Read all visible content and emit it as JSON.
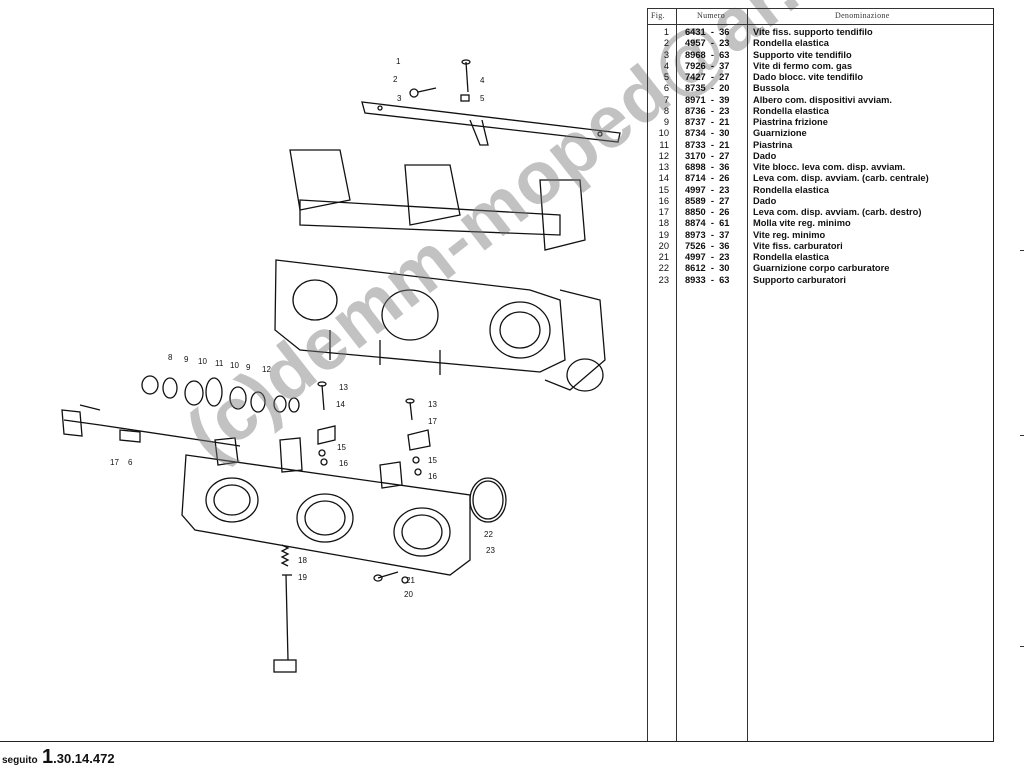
{
  "table": {
    "headers": {
      "fig": "Fig.",
      "numero": "Numero",
      "denominazione": "Denominazione"
    },
    "rows": [
      {
        "fig": "1",
        "num": "6431  -  36",
        "den": "Vite fiss. supporto tendifilo"
      },
      {
        "fig": "2",
        "num": "4957  -  23",
        "den": "Rondella elastica"
      },
      {
        "fig": "3",
        "num": "8968  -  63",
        "den": "Supporto vite tendifilo"
      },
      {
        "fig": "4",
        "num": "7926  -  37",
        "den": "Vite di fermo com. gas"
      },
      {
        "fig": "5",
        "num": "7427  -  27",
        "den": "Dado blocc. vite tendifilo"
      },
      {
        "fig": "6",
        "num": "8735  -  20",
        "den": "Bussola"
      },
      {
        "fig": "7",
        "num": "8971  -  39",
        "den": "Albero com. dispositivi avviam."
      },
      {
        "fig": "8",
        "num": "8736  -  23",
        "den": "Rondella elastica"
      },
      {
        "fig": "9",
        "num": "8737  -  21",
        "den": "Piastrina frizione"
      },
      {
        "fig": "10",
        "num": "8734  -  30",
        "den": "Guarnizione"
      },
      {
        "fig": "11",
        "num": "8733  -  21",
        "den": "Piastrina"
      },
      {
        "fig": "12",
        "num": "3170  -  27",
        "den": "Dado"
      },
      {
        "fig": "13",
        "num": "6898  -  36",
        "den": "Vite blocc. leva com. disp. avviam."
      },
      {
        "fig": "14",
        "num": "8714  -  26",
        "den": "Leva com. disp. avviam. (carb. centrale)"
      },
      {
        "fig": "15",
        "num": "4997  -  23",
        "den": "Rondella elastica"
      },
      {
        "fig": "16",
        "num": "8589  -  27",
        "den": "Dado"
      },
      {
        "fig": "17",
        "num": "8850  -  26",
        "den": "Leva com. disp. avviam. (carb. destro)"
      },
      {
        "fig": "18",
        "num": "8874  -  61",
        "den": "Molla vite reg. minimo"
      },
      {
        "fig": "19",
        "num": "8973  -  37",
        "den": "Vite reg. minimo"
      },
      {
        "fig": "20",
        "num": "7526  -  36",
        "den": "Vite fiss. carburatori"
      },
      {
        "fig": "21",
        "num": "4997  -  23",
        "den": "Rondella elastica"
      },
      {
        "fig": "22",
        "num": "8612  -  30",
        "den": "Guarnizione corpo carburatore"
      },
      {
        "fig": "23",
        "num": "8933  -  63",
        "den": "Supporto carburatori"
      }
    ]
  },
  "footer": {
    "seguito": "seguito",
    "code_prefix": "1",
    "code_rest": ".30.14.472"
  },
  "watermark": "(c)demm-moped@ar..de",
  "callouts": {
    "c1": "1",
    "c2": "2",
    "c3": "3",
    "c4": "4",
    "c5": "5",
    "c8": "8",
    "c9a": "9",
    "c10a": "10",
    "c11": "11",
    "c10b": "10",
    "c9b": "9",
    "c12": "12",
    "c13a": "13",
    "c14": "14",
    "c15a": "15",
    "c16a": "16",
    "c13b": "13",
    "c17a": "17",
    "c15b": "15",
    "c16b": "16",
    "c17b": "17",
    "c6": "6",
    "c18": "18",
    "c19": "19",
    "c20": "20",
    "c21": "21",
    "c22": "22",
    "c23": "23"
  }
}
